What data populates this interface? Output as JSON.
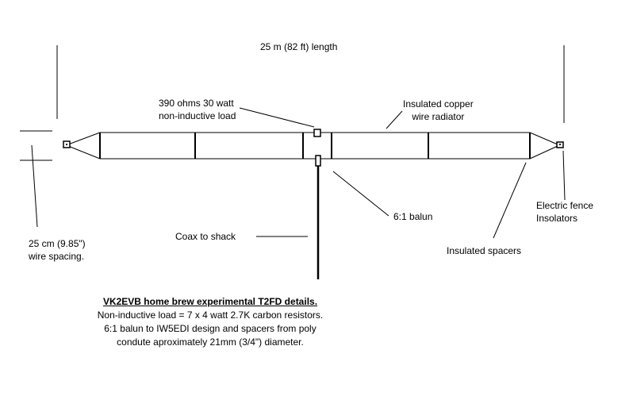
{
  "labels": {
    "length": "25 m (82 ft) length",
    "load_line1": "390 ohms 30 watt",
    "load_line2": "non-inductive load",
    "radiator_line1": "Insulated copper",
    "radiator_line2": "wire radiator",
    "balun": "6:1 balun",
    "coax": "Coax to shack",
    "spacing_line1": "25 cm (9.85\")",
    "spacing_line2": "wire spacing.",
    "fence_line1": "Electric fence",
    "fence_line2": "Insolators",
    "spacers": "Insulated spacers"
  },
  "caption": {
    "title": "VK2EVB home brew experimental T2FD details.",
    "line1": "Non-inductive load =  7 x 4 watt 2.7K carbon resistors.",
    "line2": "6:1 balun to IW5EDI design and spacers from poly",
    "line3": "condute aproximately 21mm (3/4\") diameter."
  }
}
